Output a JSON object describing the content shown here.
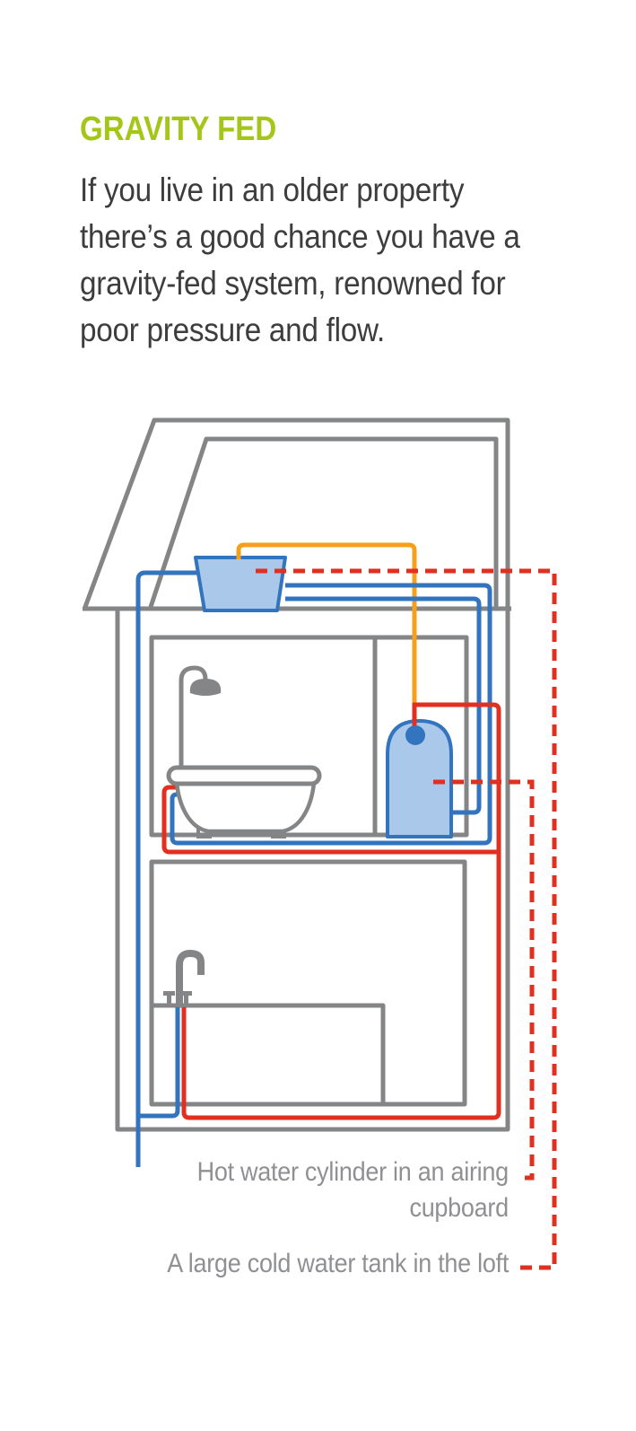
{
  "heading": {
    "text": "GRAVITY FED"
  },
  "intro": {
    "lines": [
      "If you live in an older property",
      "there’s a good chance you have a",
      "gravity-fed system, renowned for",
      "poor pressure and flow."
    ]
  },
  "callouts": {
    "hot_water_cylinder": {
      "lines": [
        "Hot water cylinder in an airing",
        "cupboard"
      ]
    },
    "cold_water_tank": {
      "lines": [
        "A large cold water tank in the loft"
      ]
    }
  },
  "colors": {
    "heading_green": "#a3c617",
    "body_text": "#3d3d3d",
    "label_gray": "#8f9093",
    "structure_gray": "#838587",
    "pipe_cold_blue": "#3274bd",
    "pipe_hot_red": "#e1301f",
    "pipe_vent_orange": "#f5a01b",
    "tank_fill_blue": "#aac8e9",
    "callout_dash_red": "#e1301f",
    "page_bg": "#ffffff"
  }
}
